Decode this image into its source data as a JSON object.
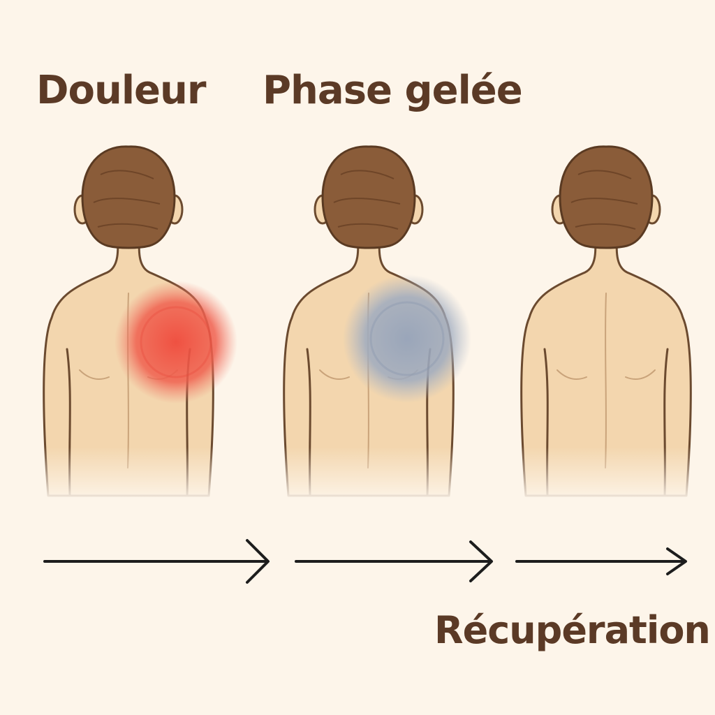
{
  "stages": [
    {
      "label": "Douleur",
      "highlight": "pain",
      "highlight_color": "#ef5a4c"
    },
    {
      "label": "Phase gelée",
      "highlight": "frozen",
      "highlight_color": "#9aa8bd"
    },
    {
      "label": "Récupération",
      "highlight": "none",
      "highlight_color": ""
    }
  ],
  "colors": {
    "background": "#fdf5ea",
    "skin": "#f3d6ae",
    "outline": "#6b4a2f",
    "hair": "#8a5c39",
    "text": "#5b3a26",
    "arrow": "#1d1d1d"
  }
}
